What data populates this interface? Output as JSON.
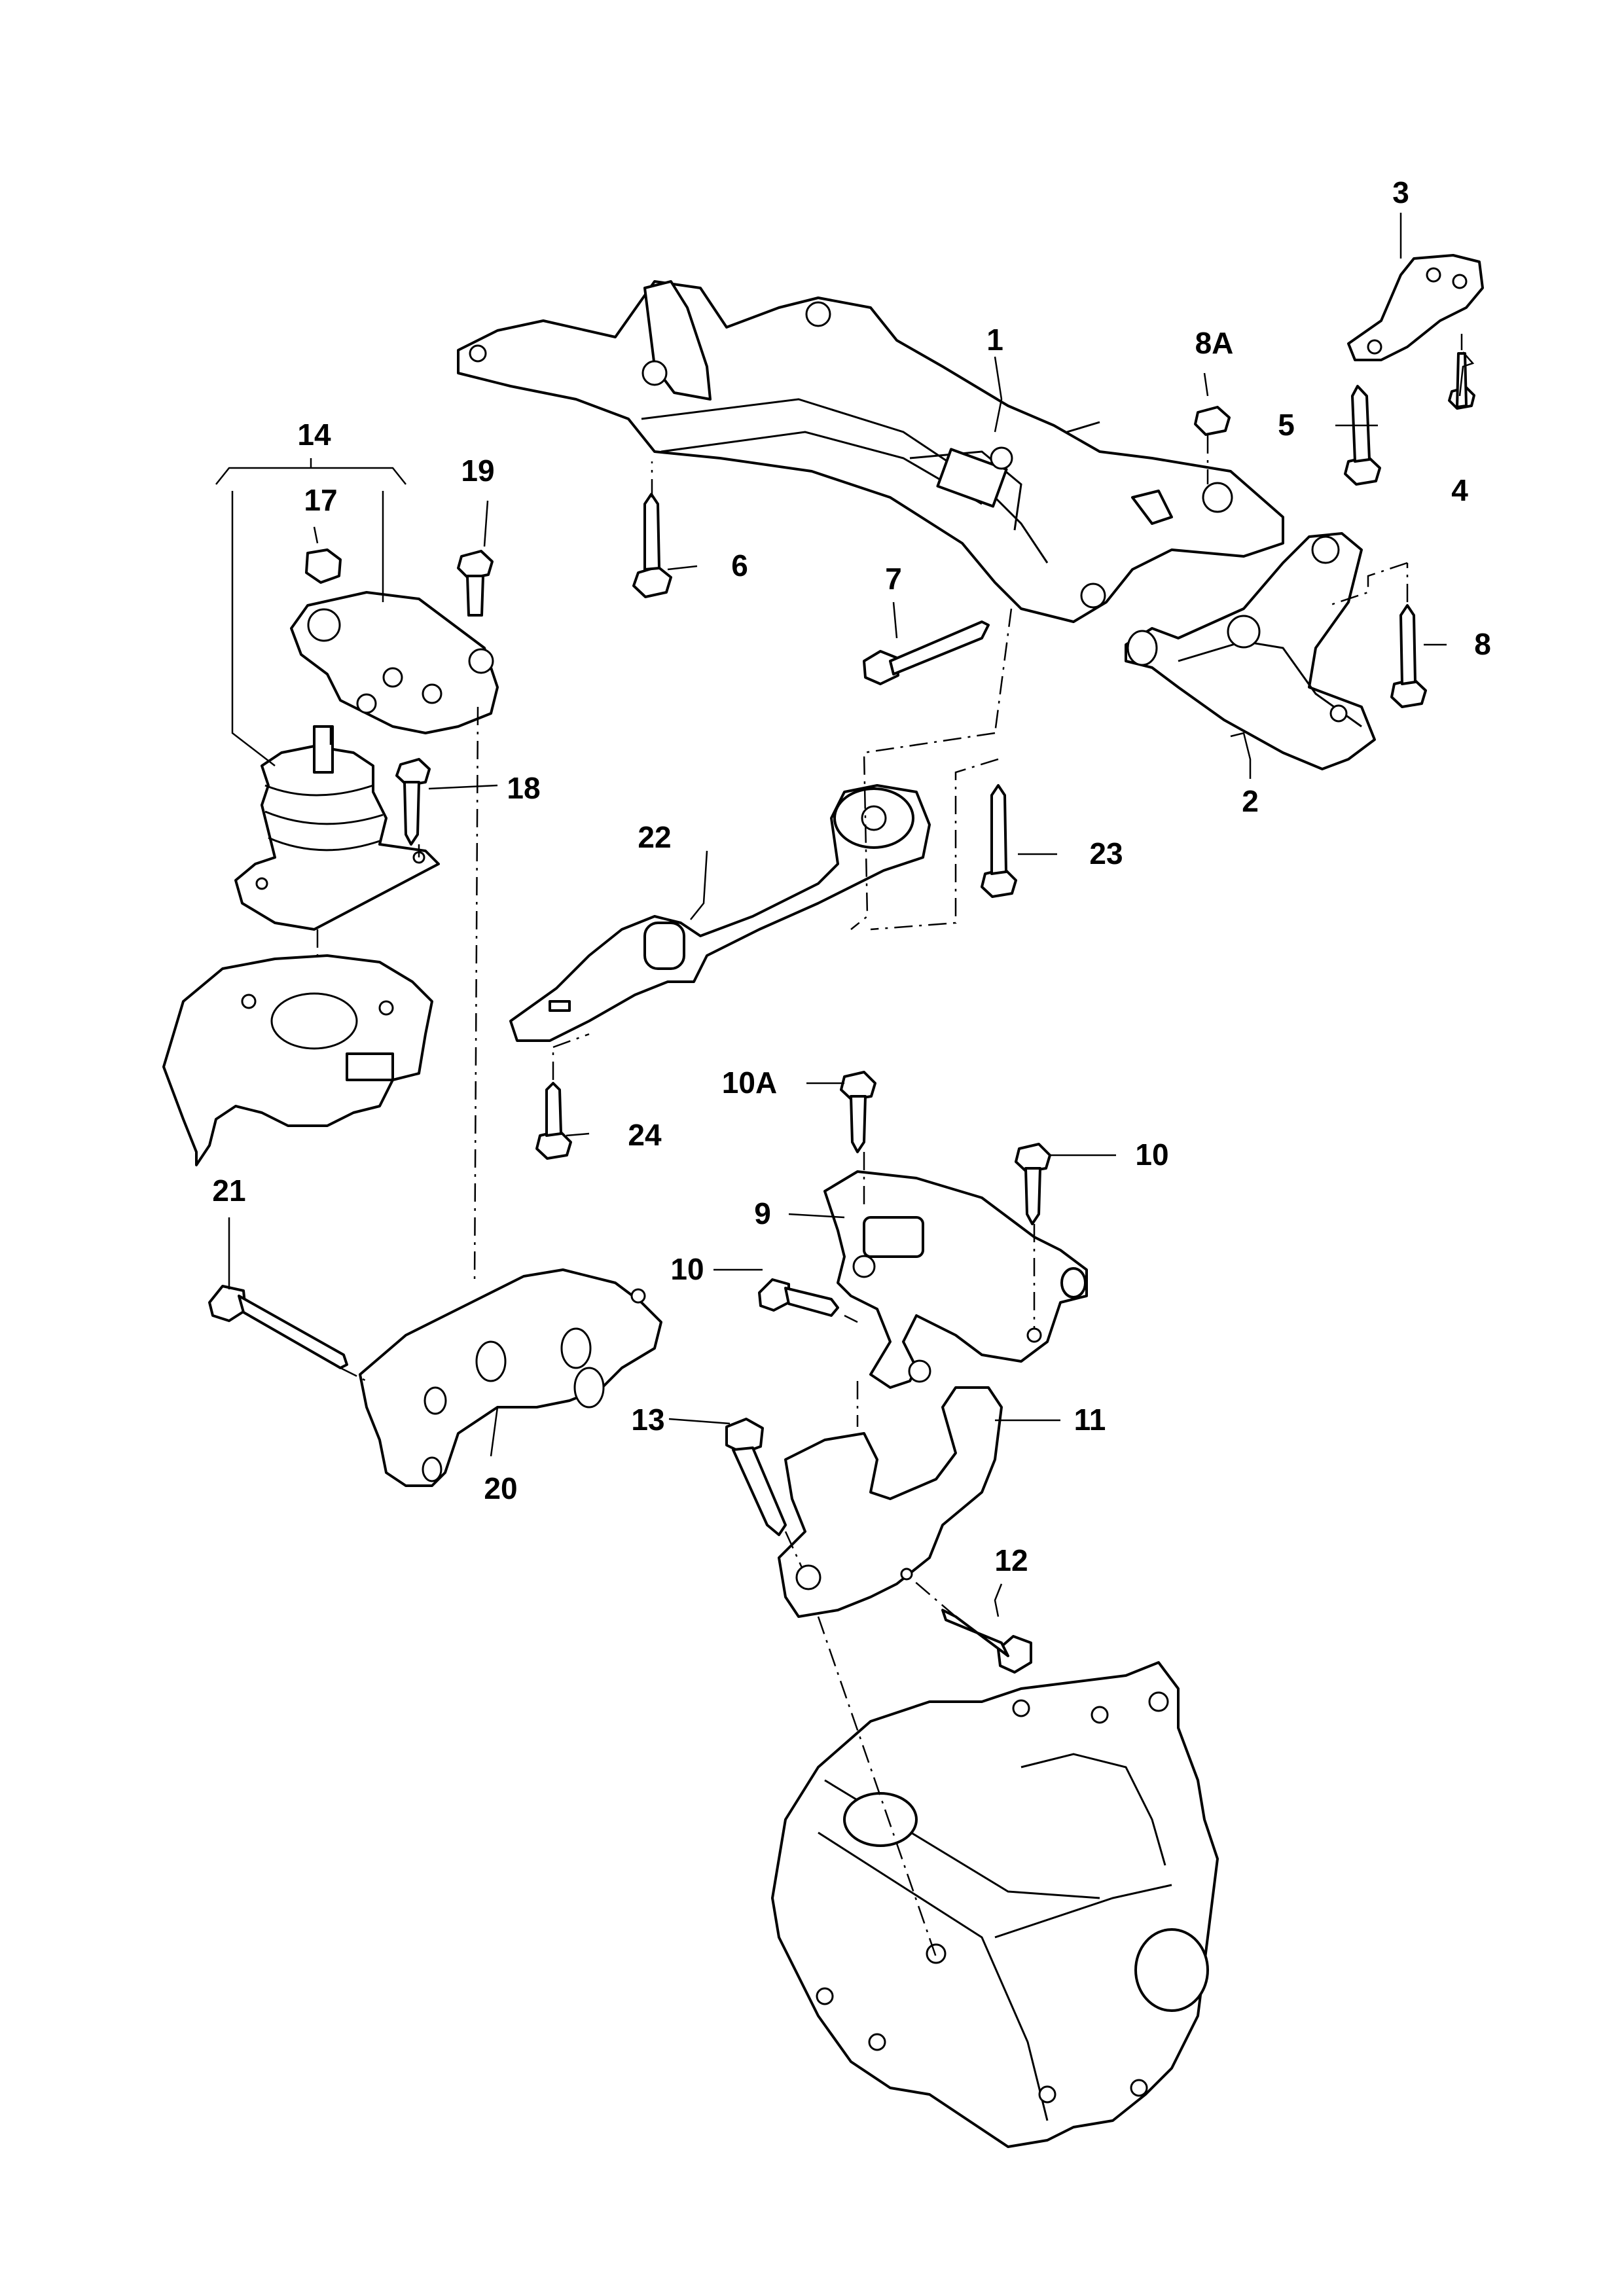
{
  "callouts": [
    {
      "id": "1",
      "label": "1"
    },
    {
      "id": "2",
      "label": "2"
    },
    {
      "id": "3",
      "label": "3"
    },
    {
      "id": "4",
      "label": "4"
    },
    {
      "id": "5",
      "label": "5"
    },
    {
      "id": "6",
      "label": "6"
    },
    {
      "id": "7",
      "label": "7"
    },
    {
      "id": "8",
      "label": "8"
    },
    {
      "id": "8A",
      "label": "8A"
    },
    {
      "id": "9",
      "label": "9"
    },
    {
      "id": "10",
      "label": "10"
    },
    {
      "id": "10b",
      "label": "10"
    },
    {
      "id": "10A",
      "label": "10A"
    },
    {
      "id": "11",
      "label": "11"
    },
    {
      "id": "12",
      "label": "12"
    },
    {
      "id": "13",
      "label": "13"
    },
    {
      "id": "14",
      "label": "14"
    },
    {
      "id": "17",
      "label": "17"
    },
    {
      "id": "18",
      "label": "18"
    },
    {
      "id": "19",
      "label": "19"
    },
    {
      "id": "20",
      "label": "20"
    },
    {
      "id": "21",
      "label": "21"
    },
    {
      "id": "22",
      "label": "22"
    },
    {
      "id": "23",
      "label": "23"
    },
    {
      "id": "24",
      "label": "24"
    }
  ]
}
